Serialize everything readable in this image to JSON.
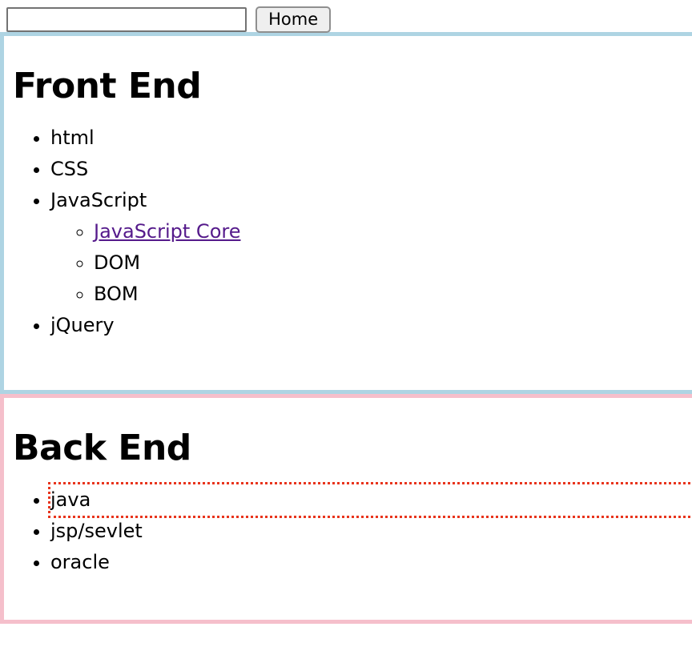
{
  "topbar": {
    "search_value": "",
    "search_placeholder": "",
    "home_label": "Home"
  },
  "sections": [
    {
      "id": "front-end",
      "title": "Front End",
      "border_color": "#aed4e3",
      "items": [
        {
          "label": "html"
        },
        {
          "label": "CSS"
        },
        {
          "label": "JavaScript",
          "children": [
            {
              "label": "JavaScript Core",
              "is_link": true,
              "link_color": "#551a8b"
            },
            {
              "label": "DOM"
            },
            {
              "label": "BOM"
            }
          ]
        },
        {
          "label": "jQuery"
        }
      ]
    },
    {
      "id": "back-end",
      "title": "Back End",
      "border_color": "#f5bfcb",
      "items": [
        {
          "label": "java",
          "highlighted": true,
          "highlight_color": "#e8341c"
        },
        {
          "label": "jsp/sevlet"
        },
        {
          "label": "oracle"
        }
      ]
    }
  ]
}
